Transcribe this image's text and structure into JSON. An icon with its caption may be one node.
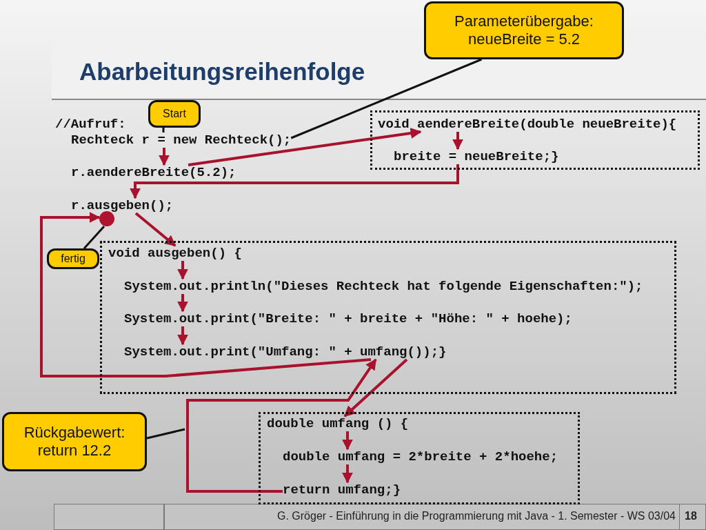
{
  "diagram": {
    "title": "Abarbeitungsreihenfolge",
    "nodes": [
      {
        "text": [
          "Start"
        ]
      },
      {
        "text": [
          "Rechteck r = new Rechteck();"
        ]
      },
      {
        "text": [
          "r.aendereBreite(5.2);"
        ]
      },
      {
        "text": [
          "r.ausgeben();"
        ]
      },
      {
        "text": [
          "Parameterübergabe: neueBreite = 5.2"
        ]
      },
      {
        "text": [],
        "shape": "box"
      },
      {
        "text": [
          "void aendereBreite(double neueBreite){"
        ],
        "in": 5
      },
      {
        "text": [
          "breite = neueBreite;}"
        ],
        "in": 5
      },
      {
        "text": [],
        "shape": "circle"
      },
      {
        "text": [
          "fertig"
        ]
      },
      {
        "text": [],
        "shape": "box"
      },
      {
        "text": [
          "void ausgeben() {"
        ],
        "in": 10
      },
      {
        "text": [
          "System.out.println(\"Dieses Rechteck hat folgende Eigenschaften:\");"
        ],
        "in": 10
      },
      {
        "text": [
          "System.out.print(\"Breite: \" + breite + \"Höhe: \" + hoehe);"
        ],
        "in": 10
      },
      {
        "text": [
          "System.out.print(\"Umfang: \" + umfang());}"
        ],
        "in": 10
      },
      {
        "text": [
          "Rückgabewert: return 12.2"
        ]
      },
      {
        "text": [],
        "shape": "box"
      },
      {
        "text": [
          "double umfang () {"
        ],
        "in": 16
      },
      {
        "text": [
          "double umfang = 2*breite + 2*hoehe;"
        ],
        "in": 16
      },
      {
        "text": [
          "return umfang;}"
        ],
        "in": 16
      }
    ],
    "edges": [
      {
        "from": 0,
        "to": 1,
        "arrow": "none",
        "color": "#111111"
      },
      {
        "from": 1,
        "to": 2,
        "arrow": "to"
      },
      {
        "from": 2,
        "to": 6,
        "arrow": "to"
      },
      {
        "from": 6,
        "to": 7,
        "arrow": "to"
      },
      {
        "from": 7,
        "to": 3,
        "arrow": "to"
      },
      {
        "from": 4,
        "to": 1,
        "arrow": "none",
        "color": "#111111"
      },
      {
        "from": 3,
        "to": 11,
        "arrow": "to"
      },
      {
        "from": 11,
        "to": 12,
        "arrow": "to"
      },
      {
        "from": 12,
        "to": 13,
        "arrow": "to"
      },
      {
        "from": 13,
        "to": 14,
        "arrow": "to"
      },
      {
        "from": 14,
        "to": 17,
        "arrow": "to"
      },
      {
        "from": 17,
        "to": 18,
        "arrow": "to"
      },
      {
        "from": 18,
        "to": 19,
        "arrow": "to"
      },
      {
        "from": 19,
        "to": 14,
        "arrow": "to"
      },
      {
        "from": 14,
        "to": 8,
        "arrow": "to"
      },
      {
        "from": 9,
        "to": 8,
        "arrow": "none",
        "color": "#111111"
      },
      {
        "from": 15,
        "to": null,
        "arrow": "none",
        "color": "#111111"
      }
    ],
    "labels": [
      "//Aufruf:",
      "G. Gröger - Einführung in die Programmierung mit Java - 1. Semester - WS 03/04",
      "18"
    ]
  }
}
